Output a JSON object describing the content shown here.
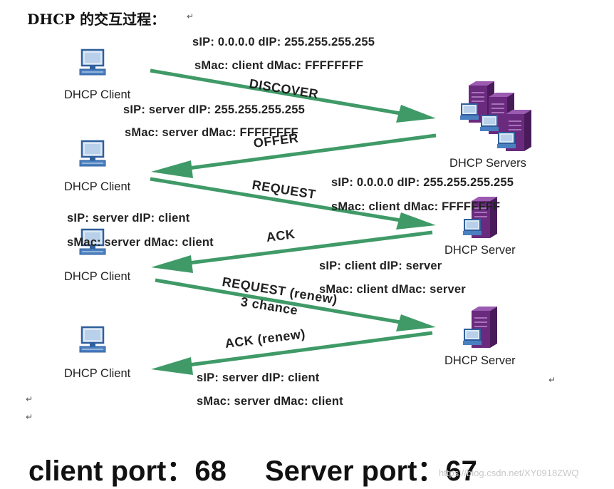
{
  "title": "DHCP 的交互过程：",
  "nodes": {
    "client1": "DHCP Client",
    "client2": "DHCP Client",
    "client3": "DHCP Client",
    "client4": "DHCP Client",
    "servers": "DHCP Servers",
    "server2": "DHCP Server",
    "server3": "DHCP Server"
  },
  "messages": {
    "discover": "DISCOVER",
    "offer": "OFFER",
    "request": "REQUEST",
    "ack": "ACK",
    "request_renew": "REQUEST (renew)",
    "chance": "3 chance",
    "ack_renew": "ACK (renew)"
  },
  "labels": {
    "discover_ip": "sIP:  0.0.0.0    dIP:  255.255.255.255",
    "discover_mac": "sMac:  client   dMac:  FFFFFFFF",
    "offer_ip": "sIP:  server    dIP:  255.255.255.255",
    "offer_mac": "sMac:  server   dMac:  FFFFFFFF",
    "request_ip": "sIP:  0.0.0.0    dIP:  255.255.255.255",
    "request_mac": "sMac:  client   dMac:  FFFFFFFF",
    "ack_ip": "sIP:  server    dIP:  client",
    "ack_mac": "sMac:  server   dMac:  client",
    "renew_ip": "sIP:  client    dIP:  server",
    "renew_mac": "sMac:  client   dMac:  server",
    "ackrenew_ip": "sIP:  server    dIP:  client",
    "ackrenew_mac": "sMac:  server   dMac:  client"
  },
  "marks": [
    "↵",
    "↵",
    "↵",
    "↵"
  ],
  "footer": {
    "client_port": "client port：68",
    "server_port": "Server port：67"
  },
  "watermark": "https://blog.csdn.net/XY0918ZWQ",
  "colors": {
    "arrow": "#3f9a67",
    "server": "#7b2f8c",
    "client": "#3a6fb0"
  }
}
